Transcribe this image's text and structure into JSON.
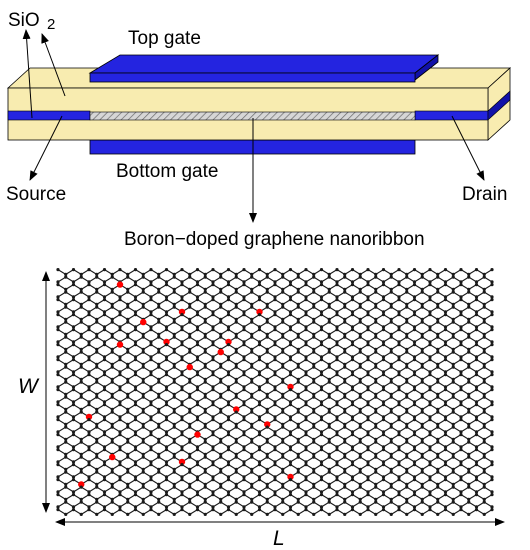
{
  "labels": {
    "sio2_main": "SiO",
    "sio2_sub": "2",
    "top_gate": "Top gate",
    "bottom_gate": "Bottom gate",
    "source": "Source",
    "drain": "Drain",
    "nanoribbon": "Boron−doped graphene nanoribbon",
    "width_symbol": "W",
    "length_symbol": "L"
  },
  "colors": {
    "oxide": "#f8ecb0",
    "gate": "#2424e0",
    "gate_dark": "#1111a8",
    "ribbon": "#bdbdbd",
    "carbon": "#1a1a1a",
    "boron": "#ff0000"
  },
  "lattice": {
    "rows": 33,
    "cols": 28,
    "boron_sites": [
      [
        2,
        8
      ],
      [
        5,
        16
      ],
      [
        5,
        26
      ],
      [
        7,
        11
      ],
      [
        9,
        14
      ],
      [
        9,
        22
      ],
      [
        10,
        8
      ],
      [
        11,
        21
      ],
      [
        13,
        17
      ],
      [
        15,
        30
      ],
      [
        18,
        23
      ],
      [
        19,
        4
      ],
      [
        20,
        27
      ],
      [
        22,
        18
      ],
      [
        25,
        7
      ],
      [
        25,
        16
      ],
      [
        27,
        30
      ],
      [
        28,
        3
      ]
    ]
  }
}
